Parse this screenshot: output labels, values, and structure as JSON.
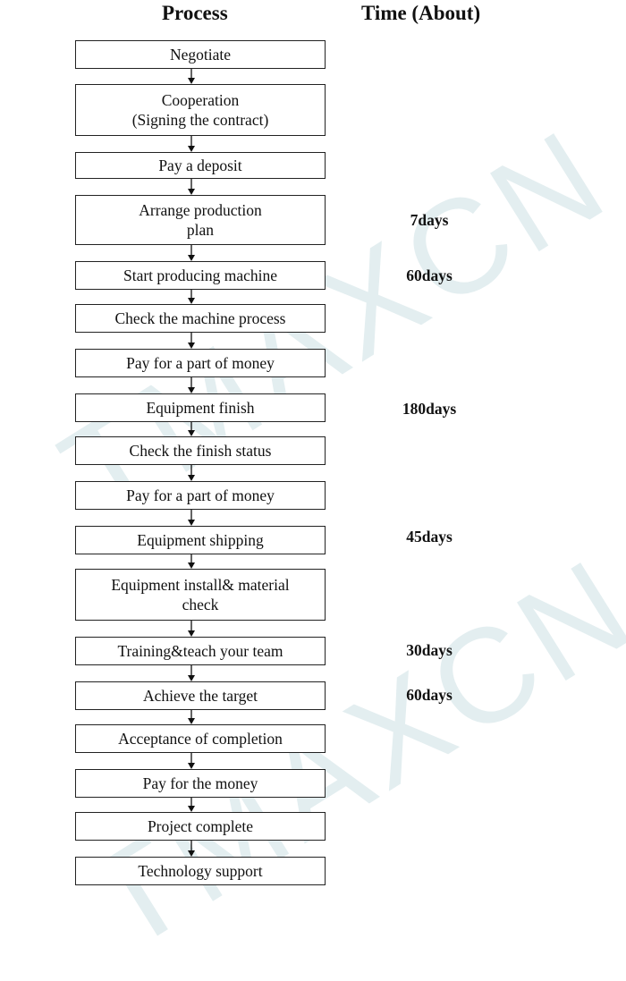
{
  "headers": {
    "process": "Process",
    "time": "Time (About)"
  },
  "watermark": "TMAXCN",
  "steps": [
    {
      "label": "Negotiate",
      "time": ""
    },
    {
      "label": "Cooperation\n(Signing the contract)",
      "time": ""
    },
    {
      "label": "Pay a deposit",
      "time": ""
    },
    {
      "label": "Arrange production\nplan",
      "time": "7days"
    },
    {
      "label": "Start producing machine",
      "time": "60days"
    },
    {
      "label": "Check the machine process",
      "time": ""
    },
    {
      "label": "Pay for a part of money",
      "time": ""
    },
    {
      "label": "Equipment finish",
      "time": "180days"
    },
    {
      "label": "Check the finish status",
      "time": ""
    },
    {
      "label": "Pay for a part of money",
      "time": ""
    },
    {
      "label": "Equipment shipping",
      "time": "45days"
    },
    {
      "label": "Equipment install& material\ncheck",
      "time": ""
    },
    {
      "label": "Training&teach your team",
      "time": "30days"
    },
    {
      "label": "Achieve the target",
      "time": "60days"
    },
    {
      "label": "Acceptance of completion",
      "time": ""
    },
    {
      "label": "Pay for the money",
      "time": ""
    },
    {
      "label": "Project complete",
      "time": ""
    },
    {
      "label": "Technology support",
      "time": ""
    }
  ]
}
